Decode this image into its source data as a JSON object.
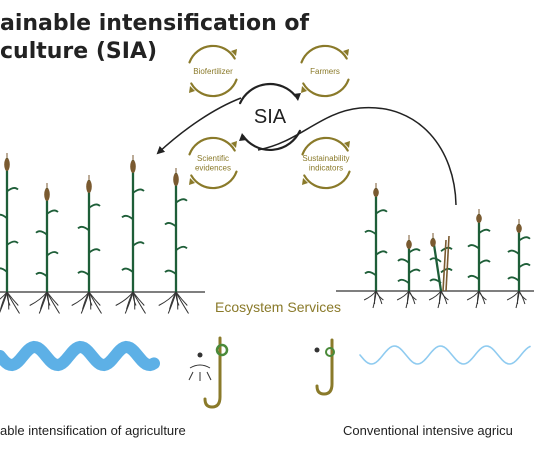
{
  "title": {
    "line1": "ainable intensification of",
    "line2": "culture (SIA)"
  },
  "cycle": {
    "center": "SIA",
    "nodes": [
      "Biofertilizer",
      "Farmers",
      "Scientific\nevidences",
      "Sustainability\nindicators"
    ]
  },
  "ecosystem_services": "Ecosystem Services",
  "captions": {
    "left": "able intensification of agriculture",
    "right": "Conventional intensive agricu"
  },
  "colors": {
    "gold": "#8a7a2a",
    "plant_green": "#1e5e38",
    "grain_brown": "#7a5a30",
    "wave_strong": "#5db0e6",
    "wave_light": "#8fcbf0",
    "text": "#222222"
  }
}
